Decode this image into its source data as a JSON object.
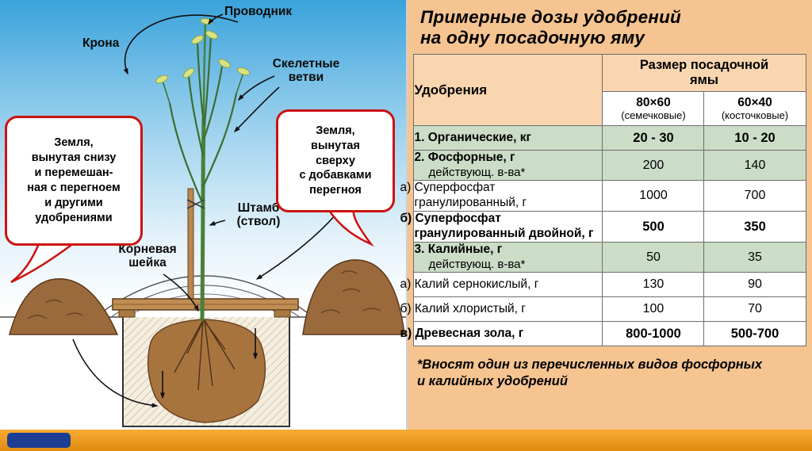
{
  "colors": {
    "accent_red": "#cc1212",
    "panel_bg": "#f5c491",
    "header_bg": "#f9d6b0",
    "row_green": "#cbdcc7",
    "bottom_bar_orange": "#e89218"
  },
  "illustration": {
    "labels": {
      "conductor": "Проводник",
      "crown": "Крона",
      "skeletal_branches": "Скелетные\nветви",
      "trunk": "Штамб\n(ствол)",
      "root_collar": "Корневая\nшейка"
    },
    "callout_left": "Земля,\nвынутая снизу\nи перемешан-\nная с перегноем\nи другими\nудобрениями",
    "callout_right": "Земля,\nвынутая\nсверху\nс добавками\nперегноя"
  },
  "table_panel": {
    "title": "Примерные дозы удобрений\nна одну посадочную яму",
    "header": {
      "fertilizers": "Удобрения",
      "pit_size": "Размер посадочной\nямы",
      "size1": "80×60",
      "size1_note": "(семечковые)",
      "size2": "60×40",
      "size2_note": "(косточковые)"
    },
    "rows": [
      {
        "name": "1. Органические, кг",
        "sub": "",
        "v1": "20 - 30",
        "v2": "10 - 20"
      },
      {
        "name": "2. Фосфорные, г",
        "sub": "действующ. в-ва*",
        "v1": "200",
        "v2": "140"
      },
      {
        "name": "а) Суперфосфат гранулированный, г",
        "sub": "",
        "v1": "1000",
        "v2": "700"
      },
      {
        "name": "б) Суперфосфат гранулированный двойной, г",
        "sub": "",
        "v1": "500",
        "v2": "350"
      },
      {
        "name": "3. Калийные, г",
        "sub": "действующ. в-ва*",
        "v1": "50",
        "v2": "35"
      },
      {
        "name": "а) Калий сернокислый, г",
        "sub": "",
        "v1": "130",
        "v2": "90"
      },
      {
        "name": "б) Калий хлористый, г",
        "sub": "",
        "v1": "100",
        "v2": "70"
      },
      {
        "name": "в) Древесная зола, г",
        "sub": "",
        "v1": "800-1000",
        "v2": "500-700"
      }
    ],
    "footnote": "*Вносят один из перечисленных видов фосфорных\nи калийных удобрений"
  }
}
